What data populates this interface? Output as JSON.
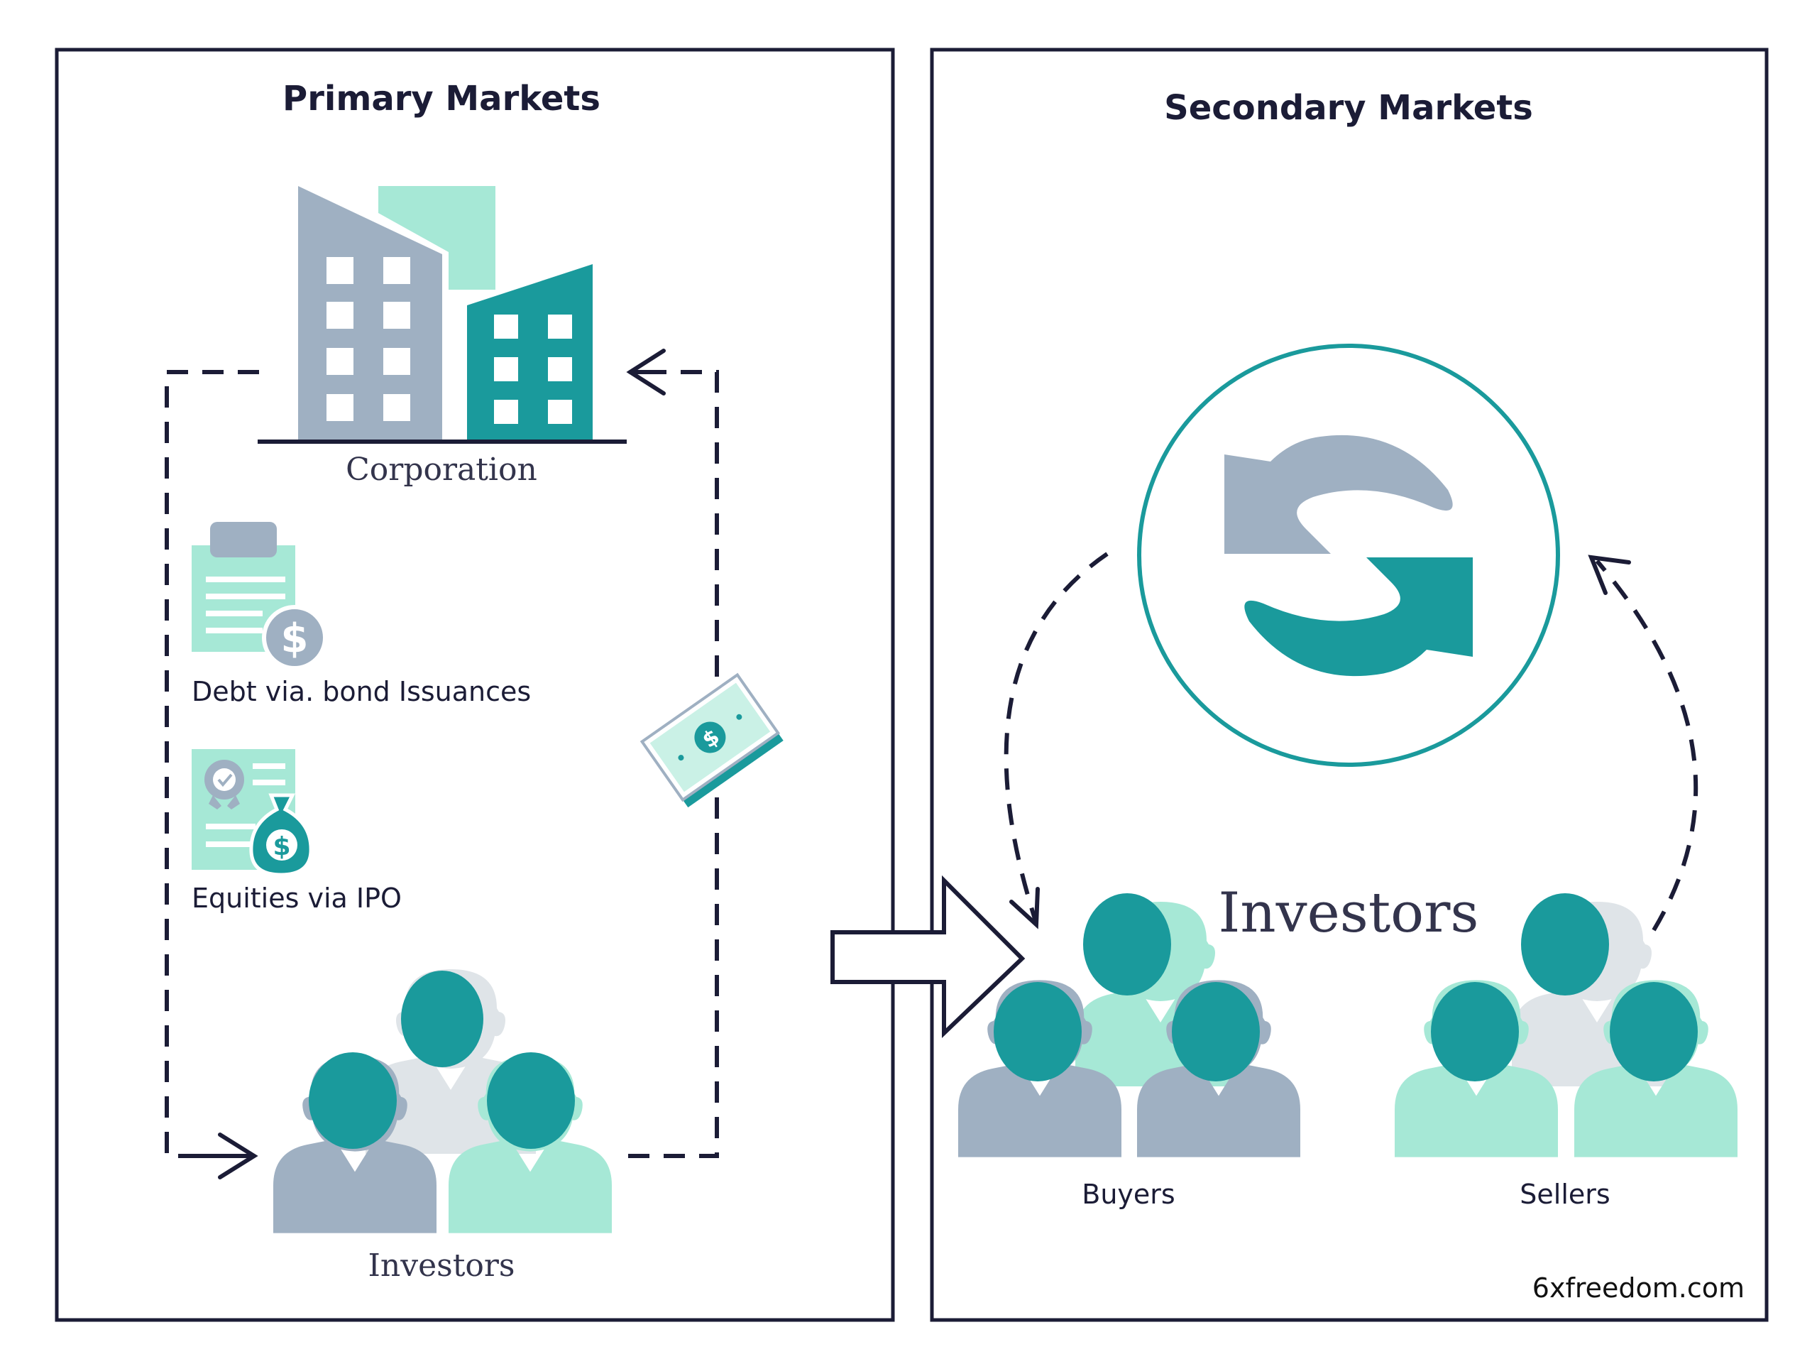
{
  "primary": {
    "title": "Primary Markets",
    "corporation_label": "Corporation",
    "debt_label": "Debt via. bond Issuances",
    "equity_label": "Equities via IPO",
    "investors_label": "Investors"
  },
  "secondary": {
    "title": "Secondary Markets",
    "investors_label": "Investors",
    "buyers_label": "Buyers",
    "sellers_label": "Sellers"
  },
  "watermark": "6xfreedom.com",
  "colors": {
    "teal": "#1a9a9c",
    "mint": "#a6e8d6",
    "slate": "#9fb0c2",
    "light_gray": "#dfe4e8",
    "ink": "#1b1c36"
  }
}
